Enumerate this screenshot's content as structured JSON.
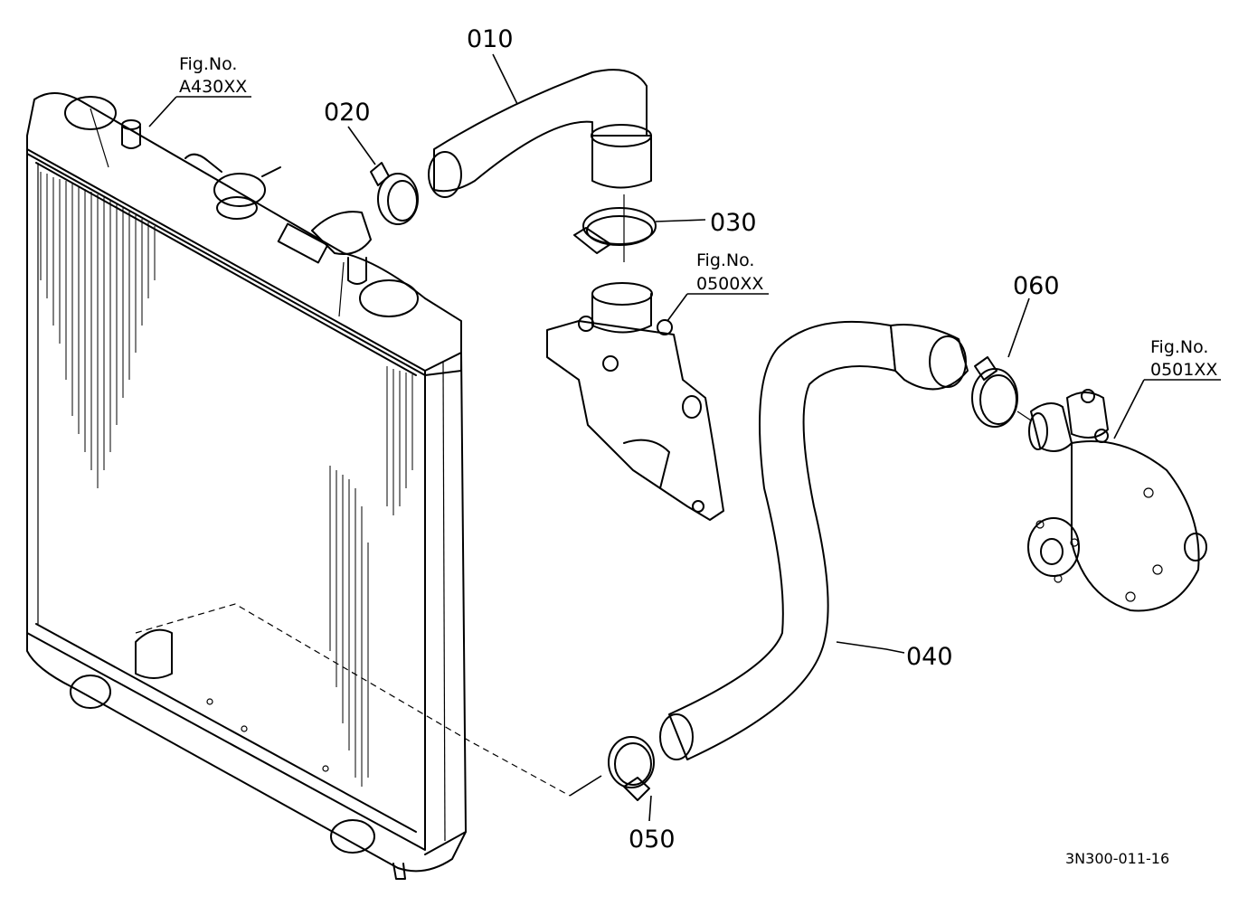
{
  "callouts": {
    "c010": "010",
    "c020": "020",
    "c030": "030",
    "c040": "040",
    "c050": "050",
    "c060": "060"
  },
  "fig_refs": {
    "radiator": {
      "line1": "Fig.No.",
      "line2": "A430XX"
    },
    "thermostat": {
      "line1": "Fig.No.",
      "line2": "0500XX"
    },
    "water_pump": {
      "line1": "Fig.No.",
      "line2": "0501XX"
    }
  },
  "drawing_code": "3N300-011-16"
}
